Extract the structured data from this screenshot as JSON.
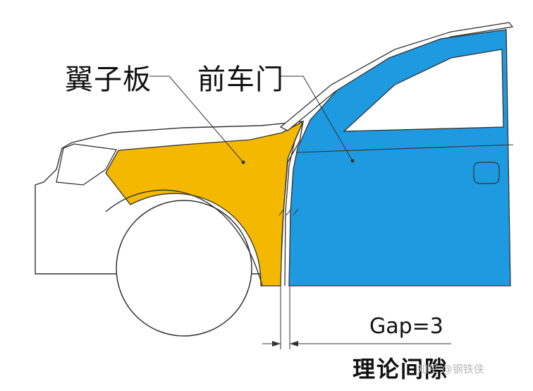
{
  "labels": {
    "fender": "翼子板",
    "front_door": "前车门",
    "gap_value": "Gap=3",
    "theoretical_gap": "理论间隙"
  },
  "watermark": {
    "text": "知乎 @钢铁侠"
  },
  "colors": {
    "fender": "#F5B800",
    "door": "#1E9AE0",
    "outline": "#333333",
    "background": "#FFFFFF"
  }
}
